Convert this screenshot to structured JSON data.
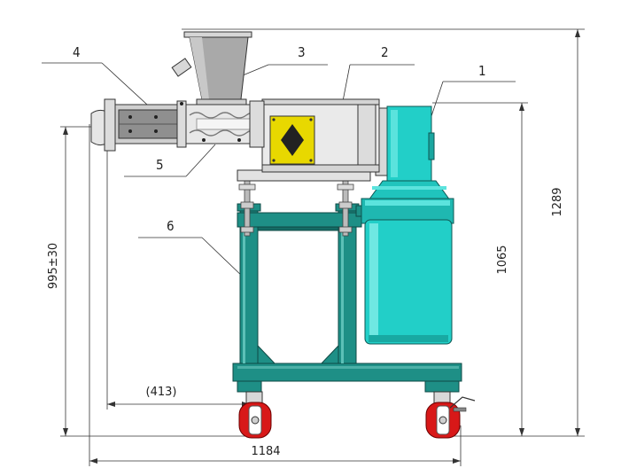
{
  "callouts": {
    "c1": "1",
    "c2": "2",
    "c3": "3",
    "c4": "4",
    "c5": "5",
    "c6": "6"
  },
  "dimensions": {
    "total_height": "1289",
    "motor_height": "1065",
    "outlet_height": "995±30",
    "outlet_offset": "(413)",
    "total_length": "1184"
  },
  "colors": {
    "frame": "#1e8f86",
    "motor": "#22cfc8",
    "housing": "#e8e8e8",
    "hopper": "#a9a9a9",
    "wheel": "#d81818",
    "warning": "#e8d800"
  }
}
